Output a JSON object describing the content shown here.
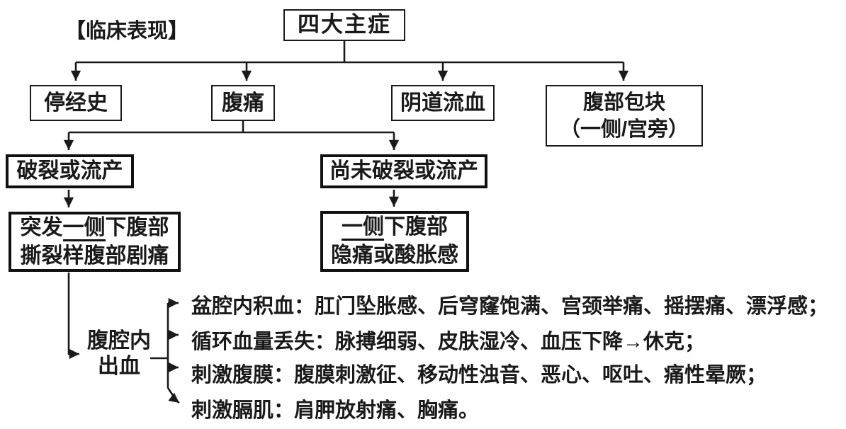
{
  "title_label": "【临床表现】",
  "nodes": {
    "root": "四大主症",
    "amenorrhea": "停经史",
    "abdominal_pain": "腹痛",
    "vaginal_bleeding": "阴道流血",
    "abdominal_mass": {
      "line1": "腹部包块",
      "line2": "（一侧/宫旁）"
    },
    "ruptured": "破裂或流产",
    "unruptured": "尚未破裂或流产",
    "sudden_pain": {
      "line1_pre": "突发",
      "line1_underlined": "一侧",
      "line1_post": "下腹部",
      "line2": "撕裂样腹部剧痛"
    },
    "dull_pain": {
      "line1_underlined": "一侧",
      "line1_post": "下腹部",
      "line2": "隐痛或酸胀感"
    },
    "hemorrhage": {
      "line1": "腹腔内",
      "line2": "出血"
    }
  },
  "branches": [
    {
      "text": "盆腔内积血：肛门坠胀感、后穹窿饱满、宫颈举痛、摇摆痛、漂浮感；"
    },
    {
      "text": "循环血量丢失：脉搏细弱、皮肤湿冷、血压下降→休克；"
    },
    {
      "text": "刺激腹膜：腹膜刺激征、移动性浊音、恶心、呕吐、痛性晕厥；"
    },
    {
      "text": "刺激膈肌：肩胛放射痛、胸痛。"
    }
  ],
  "colors": {
    "ink": "#1a1a1a",
    "background": "#ffffff"
  }
}
